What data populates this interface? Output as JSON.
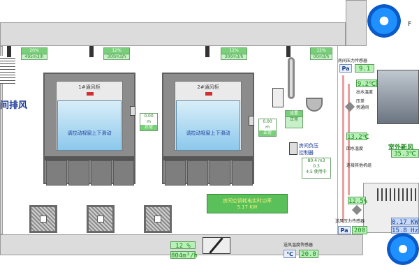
{
  "exhaust_label": "间排风",
  "ducts": [
    {
      "flow_pct": "20%",
      "flow_vol": "495m3/h"
    },
    {
      "flow_pct": "12%",
      "flow_vol": "300m3/h"
    },
    {
      "flow_pct": "12%",
      "flow_vol": "300m3/h"
    },
    {
      "flow_pct": "12%",
      "flow_vol": "00m3/h"
    }
  ],
  "hoods": [
    {
      "title": "1#通风柜",
      "hint": "请拉动视窗上下滑动",
      "sash": "0.00",
      "unit": "m",
      "tag": "正常"
    },
    {
      "title": "2#通风柜",
      "hint": "请拉动视窗上下滑动",
      "sash": "0.00",
      "unit": "m",
      "tag": "正常"
    }
  ],
  "side_panel": {
    "label": "设置",
    "status": "正常"
  },
  "room_pressure": {
    "label": "房间压力传感器",
    "unit": "Pa",
    "value": "9.1"
  },
  "outlet_temp": {
    "value": "9.2℃",
    "label": "出水温度"
  },
  "pressure_diff": {
    "label": "压差\n旁通阀"
  },
  "return_temp": {
    "value": "13.2℃",
    "label": "回水温度"
  },
  "connect_label": "连接其他机组",
  "outdoor": {
    "label": "室外新风",
    "value": "35.3℃"
  },
  "neg_controller": {
    "label": "房间负压\n控制器"
  },
  "neg_screen": {
    "l1": "80.4 m3",
    "l2": "0.3",
    "l3": "4.5 使用中"
  },
  "realtime_energy": {
    "label": "房间空调耗电实时功率",
    "value": "5.17 KW"
  },
  "valve_pct": "12.5%",
  "supply_pressure": {
    "label": "送风压力传感器",
    "unit": "Pa",
    "value": "200"
  },
  "motor": {
    "kw": "0.17 KW",
    "hz": "15.8 Hz"
  },
  "supply_flow": {
    "pct": "12 %",
    "vol": "804m³/h"
  },
  "supply_temp": {
    "label": "送风温度传感器",
    "unit": "℃",
    "value": "20.0"
  },
  "colors": {
    "fan": "#1e90ff",
    "green": "#7ad07a",
    "duct": "#dcdcdc"
  }
}
